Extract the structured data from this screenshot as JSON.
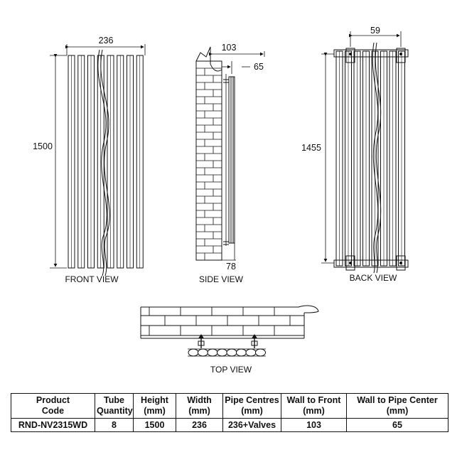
{
  "views": {
    "front": {
      "label": "FRONT VIEW",
      "width_dim": "236",
      "height_dim": "1500",
      "tube_count": 8
    },
    "side": {
      "label": "SIDE VIEW",
      "wall_to_front_dim": "103",
      "wall_to_pipe_dim": "65",
      "bottom_dim": "78"
    },
    "back": {
      "label": "BACK VIEW",
      "bracket_width_dim": "59",
      "bracket_height_dim": "1455"
    },
    "top": {
      "label": "TOP VIEW"
    }
  },
  "spec_table": {
    "headers": [
      [
        "Product",
        "Code"
      ],
      [
        "Tube",
        "Quantity"
      ],
      [
        "Height",
        "(mm)"
      ],
      [
        "Width",
        "(mm)"
      ],
      [
        "Pipe Centres",
        "(mm)"
      ],
      [
        "Wall to Front",
        "(mm)"
      ],
      [
        "Wall to Pipe Center",
        "(mm)"
      ]
    ],
    "row": [
      "RND-NV2315WD",
      "8",
      "1500",
      "236",
      "236+Valves",
      "103",
      "65"
    ]
  }
}
